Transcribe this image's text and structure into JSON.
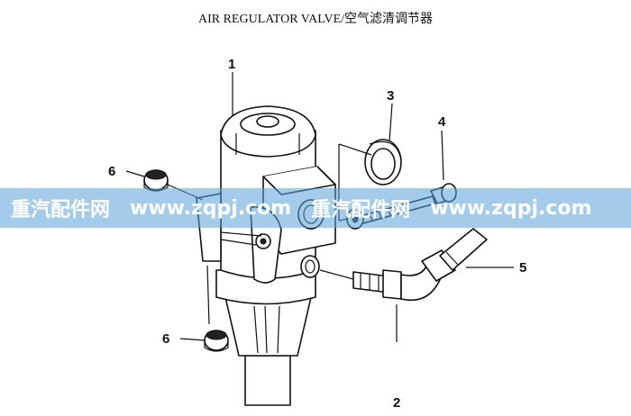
{
  "title": "AIR REGULATOR VALVE/空气滤清调节器",
  "callouts": [
    "1",
    "2",
    "3",
    "4",
    "5",
    "6",
    "6"
  ],
  "watermark": {
    "brand1": "重汽配件网",
    "url1": "www.zqpj.com",
    "brand2": "重汽配件网",
    "url2": "www.zqpj.com"
  }
}
